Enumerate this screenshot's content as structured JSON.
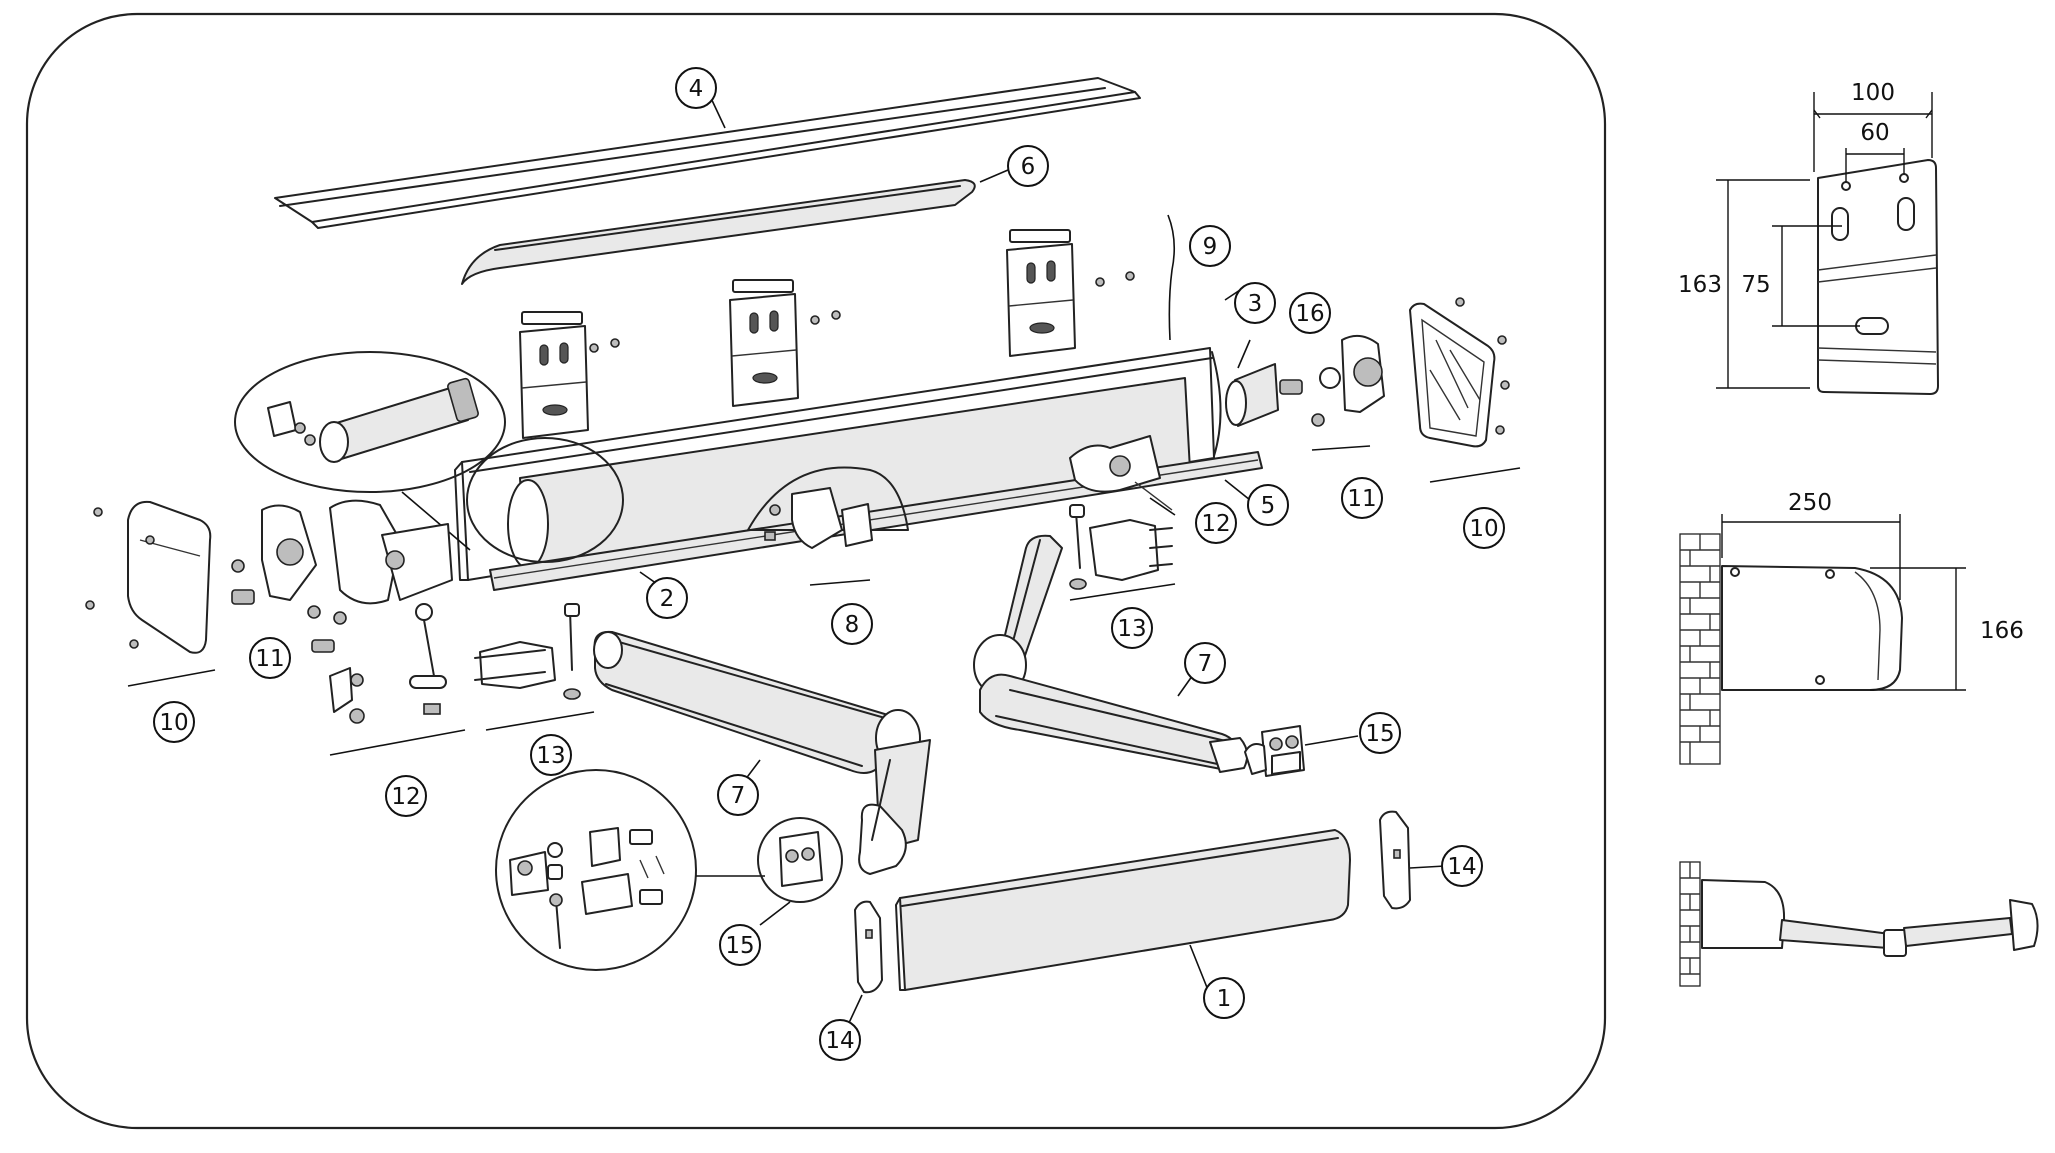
{
  "callouts": [
    {
      "id": "c1",
      "label": "1"
    },
    {
      "id": "c2",
      "label": "2"
    },
    {
      "id": "c3",
      "label": "3"
    },
    {
      "id": "c4",
      "label": "4"
    },
    {
      "id": "c5",
      "label": "5"
    },
    {
      "id": "c6",
      "label": "6"
    },
    {
      "id": "c7a",
      "label": "7"
    },
    {
      "id": "c7b",
      "label": "7"
    },
    {
      "id": "c8",
      "label": "8"
    },
    {
      "id": "c9",
      "label": "9"
    },
    {
      "id": "c10a",
      "label": "10"
    },
    {
      "id": "c10b",
      "label": "10"
    },
    {
      "id": "c11a",
      "label": "11"
    },
    {
      "id": "c11b",
      "label": "11"
    },
    {
      "id": "c12a",
      "label": "12"
    },
    {
      "id": "c12b",
      "label": "12"
    },
    {
      "id": "c13a",
      "label": "13"
    },
    {
      "id": "c13b",
      "label": "13"
    },
    {
      "id": "c14a",
      "label": "14"
    },
    {
      "id": "c14b",
      "label": "14"
    },
    {
      "id": "c15a",
      "label": "15"
    },
    {
      "id": "c15b",
      "label": "15"
    },
    {
      "id": "c16",
      "label": "16"
    }
  ],
  "dimensions": {
    "bracket_width": "100",
    "hole_spacing": "60",
    "bracket_height": "163",
    "slot_spacing": "75",
    "projection": "250",
    "cassette_height": "166"
  }
}
